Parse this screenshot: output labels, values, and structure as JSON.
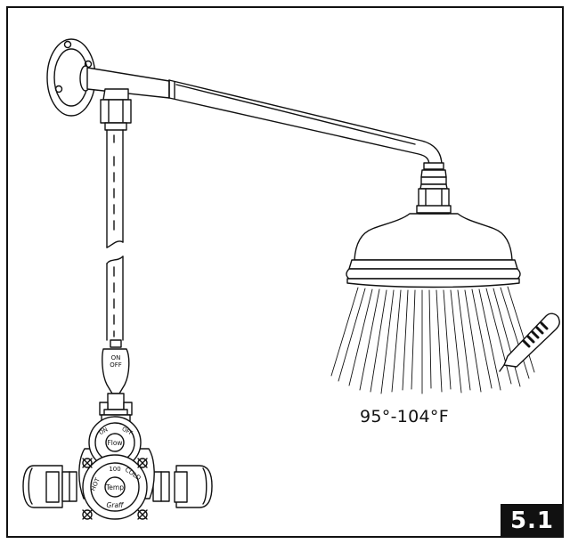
{
  "diagram": {
    "temperature_range": "95°-104°F",
    "figure_number": "5.1",
    "lever_on_label": "ON",
    "lever_off_label": "OFF",
    "flow_label": "Flow",
    "temp_label": "Temp",
    "ring_on": "ON",
    "ring_off": "OFF",
    "ring_100": "100",
    "ring_hot": "HOT",
    "ring_cold": "COLD",
    "brand": "Graff"
  }
}
